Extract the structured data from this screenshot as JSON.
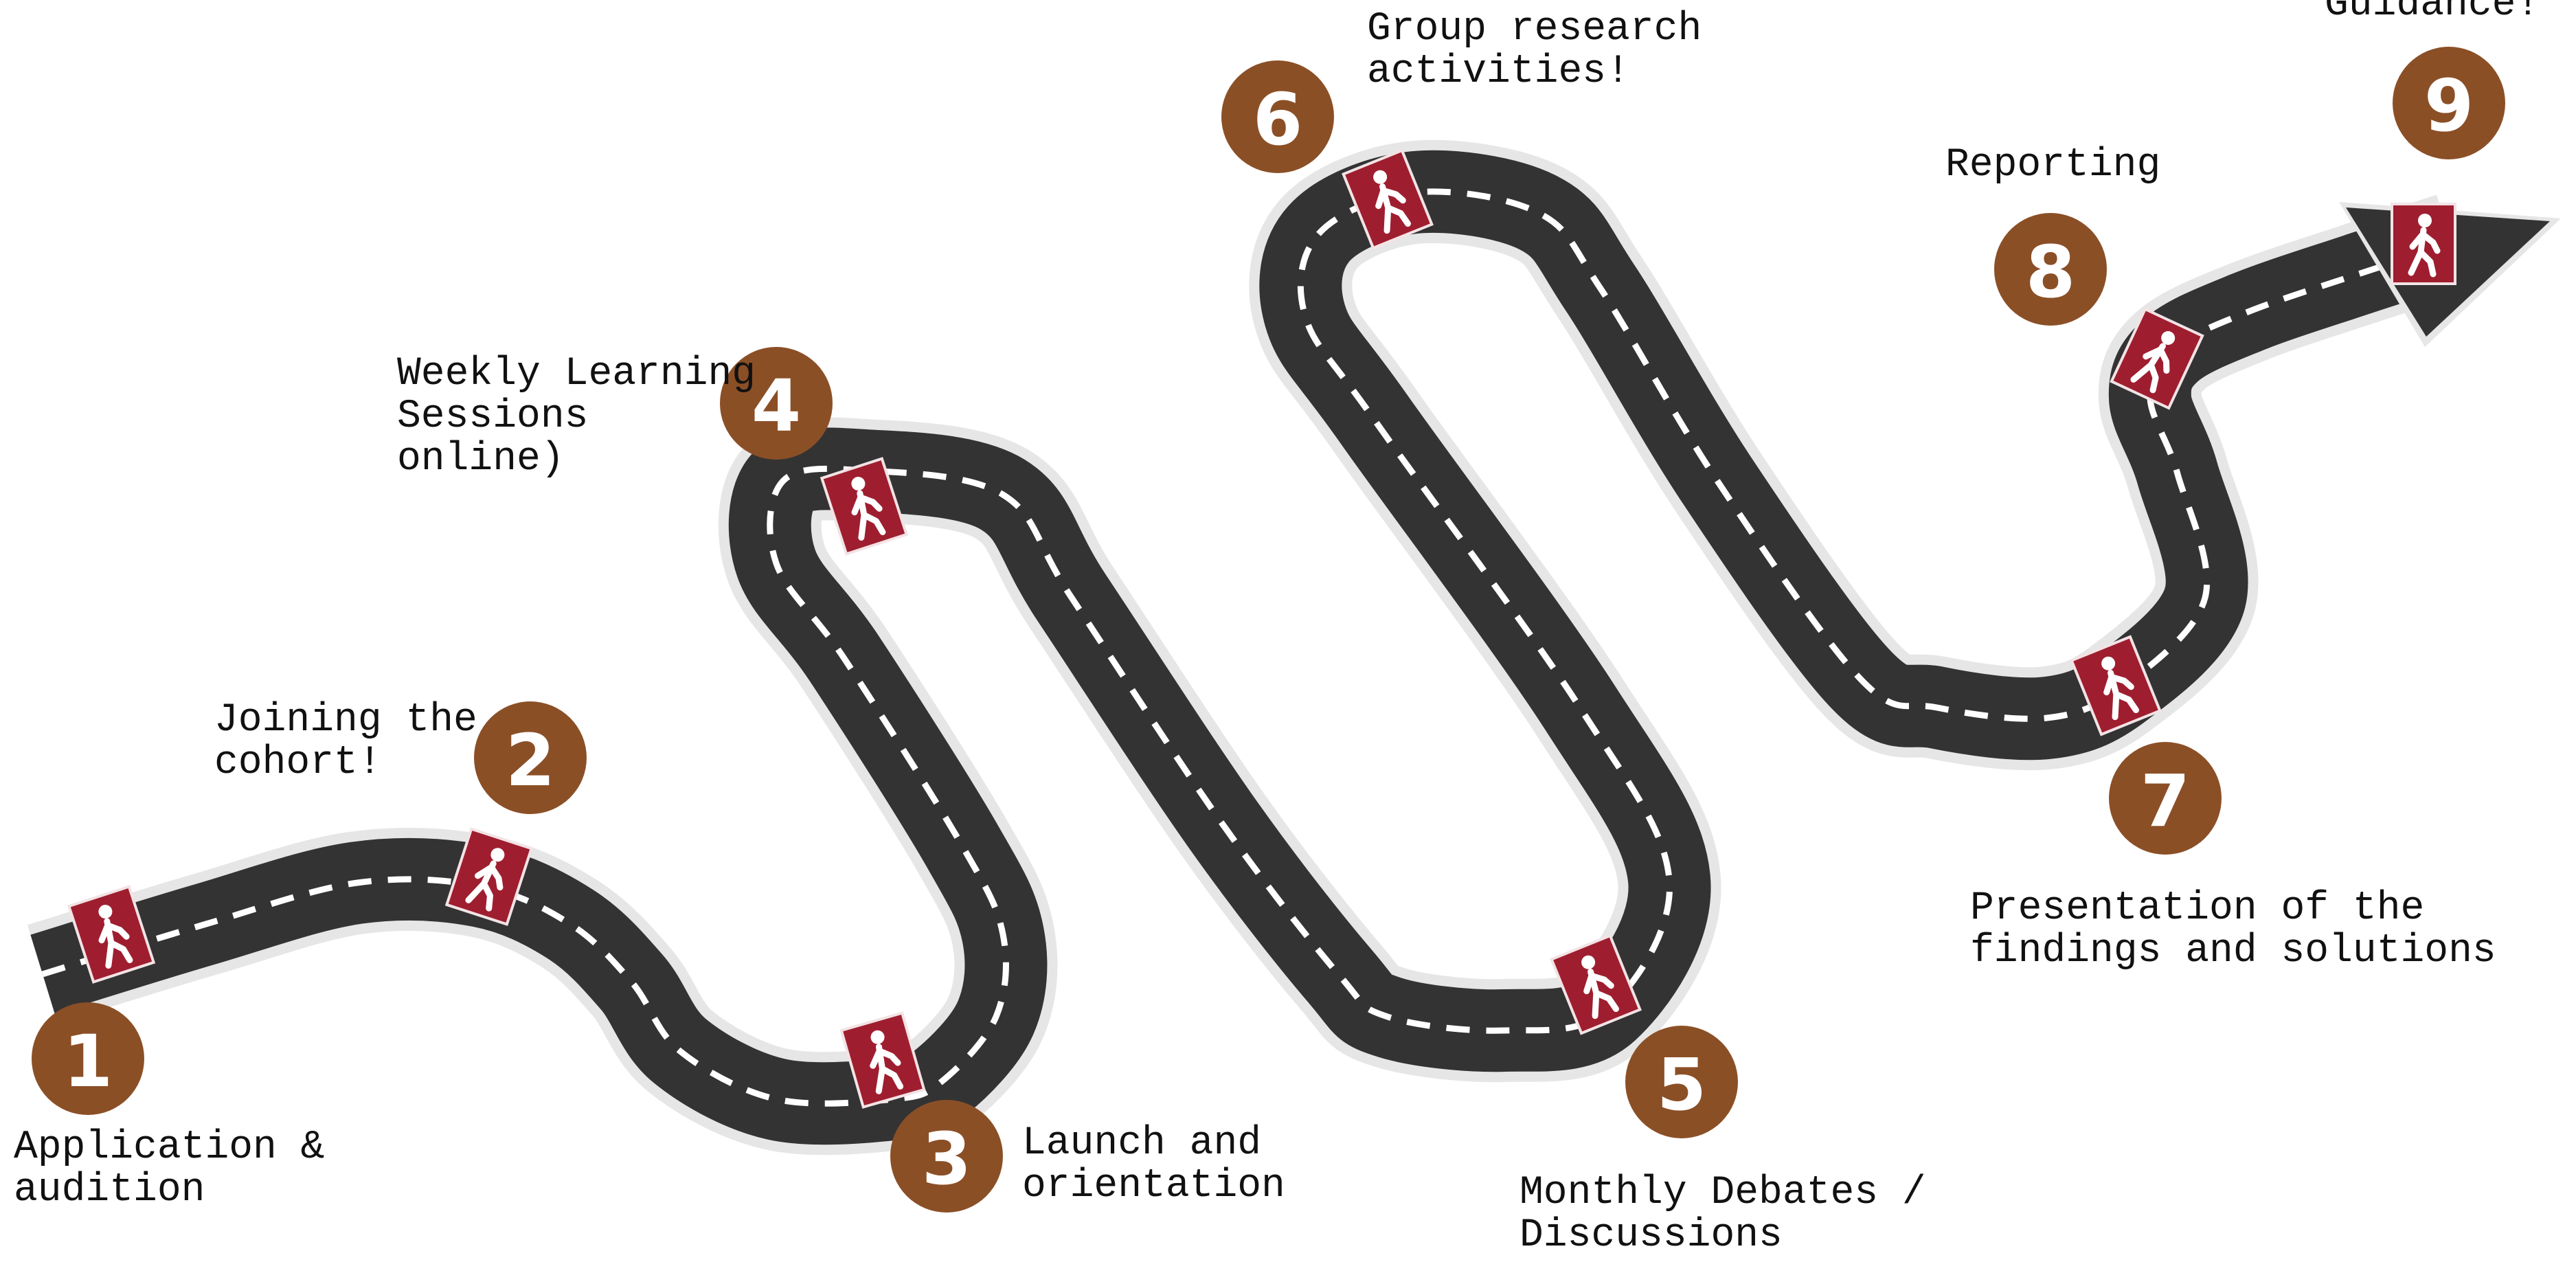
{
  "colors": {
    "road": "#333333",
    "road_edge": "#e6e6e6",
    "lane_marking": "#ffffff",
    "badge": "#8b4f26",
    "sign": "#9e1e2f",
    "label_text": "#111111"
  },
  "icons": {
    "walker_sign": "pedestrian-walking-icon",
    "arrow_head": "arrow-right-icon"
  },
  "steps": [
    {
      "number": "1",
      "label_lines": [
        "Application &",
        "audition"
      ]
    },
    {
      "number": "2",
      "label_lines": [
        "Joining the",
        "cohort!"
      ]
    },
    {
      "number": "3",
      "label_lines": [
        "Launch and",
        "orientation"
      ]
    },
    {
      "number": "4",
      "label_lines": [
        "Weekly Learning",
        "Sessions",
        "online)"
      ]
    },
    {
      "number": "5",
      "label_lines": [
        "Monthly Debates /",
        "Discussions"
      ]
    },
    {
      "number": "6",
      "label_lines": [
        "Group research",
        "activities!"
      ]
    },
    {
      "number": "7",
      "label_lines": [
        "Presentation of the",
        "findings and solutions"
      ]
    },
    {
      "number": "8",
      "label_lines": [
        "Reporting"
      ]
    },
    {
      "number": "9",
      "label_lines": [
        "Guidance!"
      ]
    }
  ]
}
